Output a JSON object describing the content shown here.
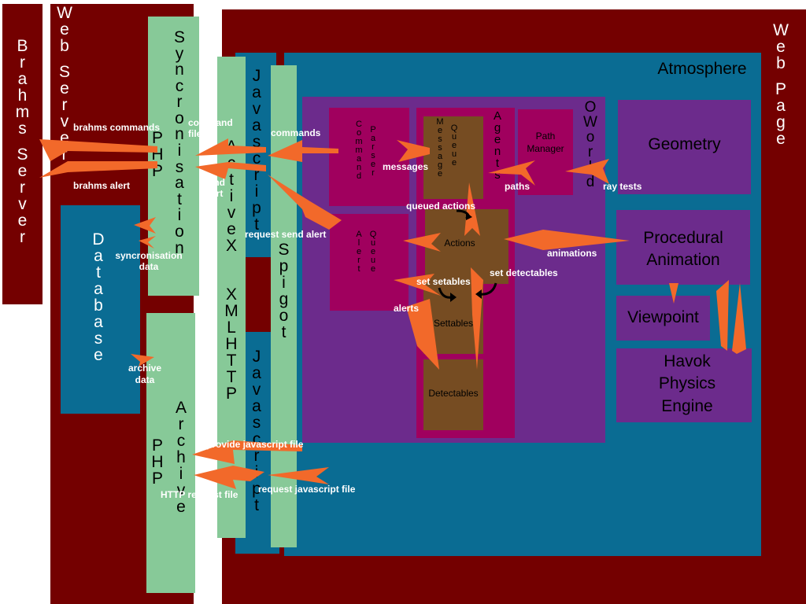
{
  "colors": {
    "server": "#740000",
    "php": "#87c998",
    "js": "#0a6c93",
    "world": "#6c2b8c",
    "agent": "#a0005e",
    "queue": "#764c22",
    "arrow": "#f2692a"
  },
  "boxes": {
    "brahms_server": "Brahms Server",
    "web_server": "Web Server",
    "database": "Database",
    "sync_php": "PHP",
    "sync": "Syncronisation",
    "archive_php": "PHP",
    "archive": "Archive",
    "activex": "ActiveX",
    "xmlhttp": "XMLHTTP",
    "javascript_top": "Javascript",
    "javascript_bottom": "Javascript",
    "spigot": "Spigot",
    "web_page": "Web Page",
    "atmosphere": "Atmosphere",
    "command_parser_1": "Command",
    "command_parser_2": "Parser",
    "alert_queue_1": "Alert",
    "alert_queue_2": "Queue",
    "message_queue_1": "Message",
    "message_queue_2": "Queue",
    "agents": "Agents",
    "path_manager": "Path Manager",
    "oworld": "OWorld",
    "actions": "Actions",
    "settables": "Settables",
    "detectables": "Detectables",
    "geometry": "Geometry",
    "procedural_animation": "Procedural Animation",
    "viewpoint": "Viewpoint",
    "havok": "Havok Physics Engine"
  },
  "labels": {
    "brahms_commands": "brahms commands",
    "brahms_alert": "brahms alert",
    "command_file": "command file",
    "send_alert": "send alert",
    "commands": "commands",
    "request_send_alert": "request send alert",
    "syncronisation_data": "syncronisation data",
    "archive_data": "archive data",
    "messages": "messages",
    "paths": "paths",
    "ray_tests": "ray tests",
    "queued_actions": "queued actions",
    "animations": "animations",
    "set_setables": "set setables",
    "set_detectables": "set detectables",
    "alerts": "alerts",
    "provide_javascript_file": "provide javascript file",
    "http_request_file": "HTTP request file",
    "request_javascript_file": "request javascript file"
  }
}
